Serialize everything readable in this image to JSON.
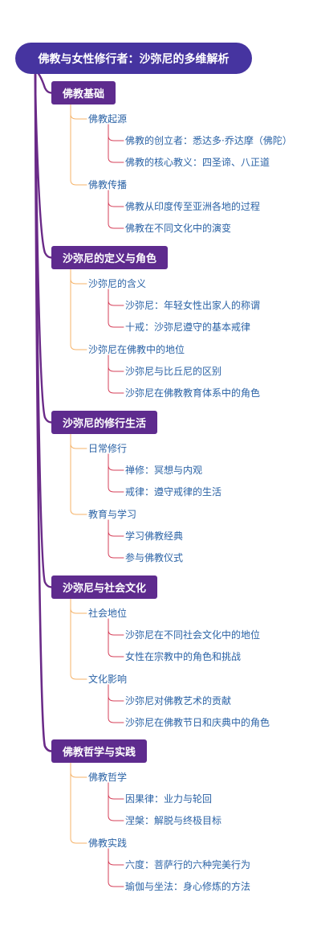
{
  "root": {
    "title": "佛教与女性修行者：沙弥尼的多维解析"
  },
  "colors": {
    "root_fill": "#4634a0",
    "main_fill": "#5e2b8e",
    "main_branch": "#6a2a88",
    "sub_branch": "#f5b36a",
    "leaf_branch": "#d6405a",
    "text": "#2b63a6"
  },
  "branches": [
    {
      "label": "佛教基础",
      "children": [
        {
          "label": "佛教起源",
          "children": [
            "佛教的创立者：悉达多·乔达摩（佛陀）",
            "佛教的核心教义：四圣谛、八正道"
          ]
        },
        {
          "label": "佛教传播",
          "children": [
            "佛教从印度传至亚洲各地的过程",
            "佛教在不同文化中的演变"
          ]
        }
      ]
    },
    {
      "label": "沙弥尼的定义与角色",
      "children": [
        {
          "label": "沙弥尼的含义",
          "children": [
            "沙弥尼：年轻女性出家人的称谓",
            "十戒：沙弥尼遵守的基本戒律"
          ]
        },
        {
          "label": "沙弥尼在佛教中的地位",
          "children": [
            "沙弥尼与比丘尼的区别",
            "沙弥尼在佛教教育体系中的角色"
          ]
        }
      ]
    },
    {
      "label": "沙弥尼的修行生活",
      "children": [
        {
          "label": "日常修行",
          "children": [
            "禅修：冥想与内观",
            "戒律：遵守戒律的生活"
          ]
        },
        {
          "label": "教育与学习",
          "children": [
            "学习佛教经典",
            "参与佛教仪式"
          ]
        }
      ]
    },
    {
      "label": "沙弥尼与社会文化",
      "children": [
        {
          "label": "社会地位",
          "children": [
            "沙弥尼在不同社会文化中的地位",
            "女性在宗教中的角色和挑战"
          ]
        },
        {
          "label": "文化影响",
          "children": [
            "沙弥尼对佛教艺术的贡献",
            "沙弥尼在佛教节日和庆典中的角色"
          ]
        }
      ]
    },
    {
      "label": "佛教哲学与实践",
      "children": [
        {
          "label": "佛教哲学",
          "children": [
            "因果律：业力与轮回",
            "涅槃：解脱与终极目标"
          ]
        },
        {
          "label": "佛教实践",
          "children": [
            "六度：菩萨行的六种完美行为",
            "瑜伽与坐法：身心修炼的方法"
          ]
        }
      ]
    }
  ]
}
